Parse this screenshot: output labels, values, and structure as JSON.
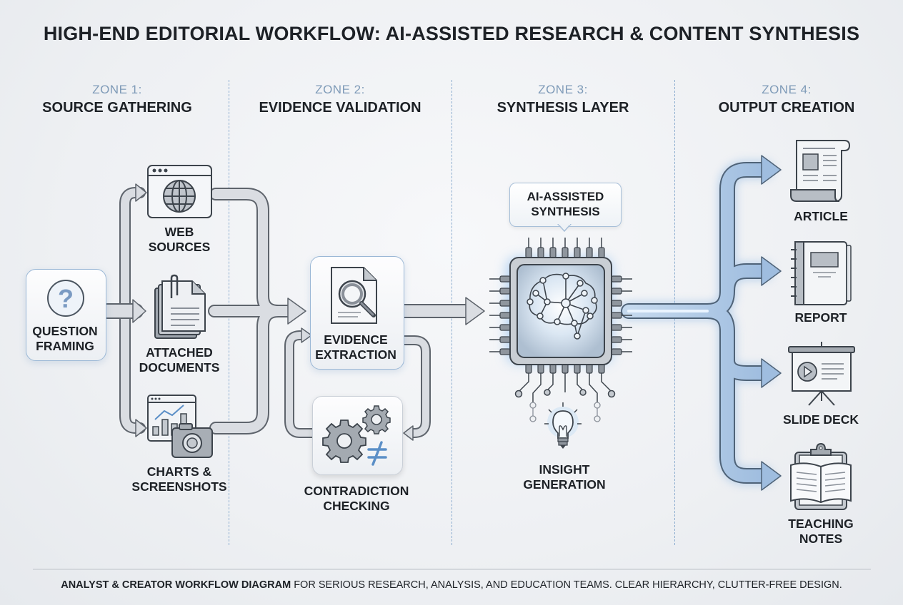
{
  "title": "HIGH-END EDITORIAL WORKFLOW: AI-ASSISTED RESEARCH & CONTENT SYNTHESIS",
  "zones": [
    {
      "number": "ZONE 1:",
      "name": "SOURCE GATHERING"
    },
    {
      "number": "ZONE 2:",
      "name": "EVIDENCE VALIDATION"
    },
    {
      "number": "ZONE 3:",
      "name": "SYNTHESIS LAYER"
    },
    {
      "number": "ZONE 4:",
      "name": "OUTPUT CREATION"
    }
  ],
  "nodes": {
    "question_framing": {
      "line1": "QUESTION",
      "line2": "FRAMING",
      "icon": "question-mark-icon"
    },
    "web_sources": {
      "line1": "WEB",
      "line2": "SOURCES",
      "icon": "globe-browser-icon"
    },
    "attached_documents": {
      "line1": "ATTACHED",
      "line2": "DOCUMENTS",
      "icon": "paperclip-documents-icon"
    },
    "charts_screenshots": {
      "line1": "CHARTS &",
      "line2": "SCREENSHOTS",
      "icon": "chart-camera-icon"
    },
    "evidence_extraction": {
      "line1": "EVIDENCE",
      "line2": "EXTRACTION",
      "icon": "document-magnifier-icon"
    },
    "contradiction_checking": {
      "line1": "CONTRADICTION",
      "line2": "CHECKING",
      "icon": "gears-not-equal-icon"
    },
    "ai_synthesis": {
      "line1": "AI-ASSISTED",
      "line2": "SYNTHESIS",
      "icon": "brain-chip-icon"
    },
    "insight_generation": {
      "line1": "INSIGHT",
      "line2": "GENERATION",
      "icon": "lightbulb-icon"
    }
  },
  "outputs": [
    {
      "line1": "ARTICLE",
      "line2": "",
      "icon": "article-scroll-icon"
    },
    {
      "line1": "REPORT",
      "line2": "",
      "icon": "notebook-icon"
    },
    {
      "line1": "SLIDE DECK",
      "line2": "",
      "icon": "presentation-icon"
    },
    {
      "line1": "TEACHING",
      "line2": "NOTES",
      "icon": "clipboard-book-icon"
    }
  ],
  "footer": {
    "bold": "ANALYST & CREATOR WORKFLOW DIAGRAM",
    "rest": " FOR SERIOUS RESEARCH, ANALYSIS, AND EDUCATION TEAMS. CLEAR HIERARCHY, CLUTTER-FREE DESIGN."
  },
  "colors": {
    "accent_blue": "#5b8fc7",
    "arrow_gray": "#d7dbe0",
    "zone_label": "#7f9bb8"
  }
}
